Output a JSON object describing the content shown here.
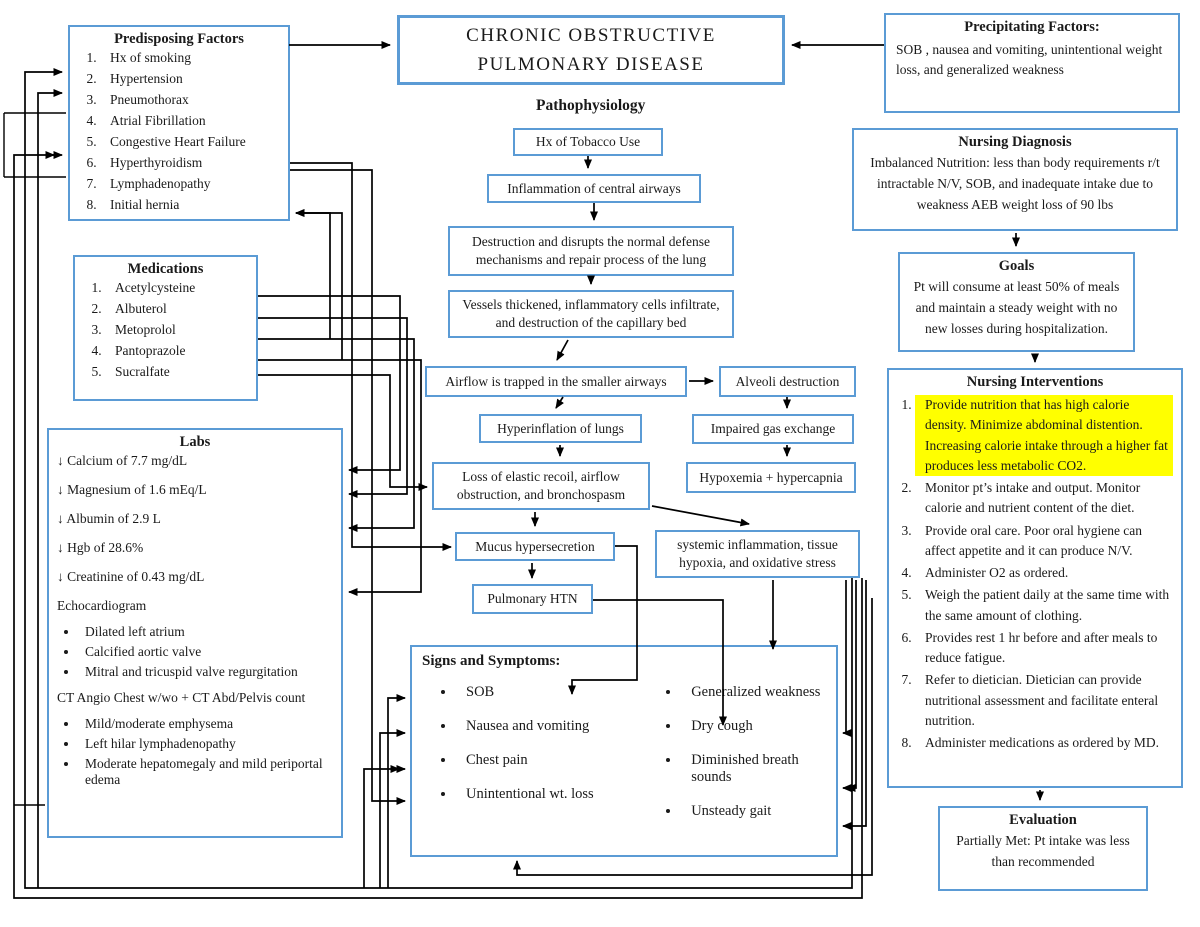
{
  "colors": {
    "box_border": "#5B9BD5",
    "highlight": "#FFFF00",
    "arrow": "#000000"
  },
  "title": "CHRONIC OBSTRUCTIVE PULMONARY DISEASE",
  "pathophysiology_label": "Pathophysiology",
  "predisposing": {
    "title": "Predisposing Factors",
    "items": [
      "Hx of smoking",
      "Hypertension",
      "Pneumothorax",
      "Atrial Fibrillation",
      "Congestive Heart Failure",
      "Hyperthyroidism",
      "Lymphadenopathy",
      "Initial hernia"
    ]
  },
  "precipitating": {
    "title": "Precipitating Factors:",
    "text": "SOB , nausea and vomiting, unintentional weight loss, and generalized weakness"
  },
  "medications": {
    "title": "Medications",
    "items": [
      "Acetylcysteine",
      "Albuterol",
      "Metoprolol",
      "Pantoprazole",
      "Sucralfate"
    ]
  },
  "labs": {
    "title": "Labs",
    "values": [
      "↓ Calcium of 7.7 mg/dL",
      "↓ Magnesium of 1.6 mEq/L",
      "↓ Albumin of 2.9 L",
      "↓ Hgb of 28.6%",
      "↓ Creatinine of 0.43 mg/dL"
    ],
    "echo_label": "Echocardiogram",
    "echo_items": [
      "Dilated left atrium",
      "Calcified aortic valve",
      "Mitral and tricuspid valve regurgitation"
    ],
    "ct_label": "CT Angio Chest w/wo + CT Abd/Pelvis count",
    "ct_items": [
      "Mild/moderate emphysema",
      "Left hilar lymphadenopathy",
      "Moderate hepatomegaly and mild periportal edema"
    ]
  },
  "flow": {
    "hx_tobacco": "Hx of Tobacco Use",
    "inflammation": "Inflammation of central airways",
    "destruction": "Destruction and disrupts the normal defense mechanisms and repair process of the lung",
    "vessels": "Vessels thickened, inflammatory cells infiltrate, and destruction of the capillary bed",
    "airflow": "Airflow is trapped in the smaller airways",
    "alveoli": "Alveoli destruction",
    "hyperinflation": "Hyperinflation of lungs",
    "impaired_gas": "Impaired gas exchange",
    "loss_recoil": "Loss of elastic recoil, airflow obstruction, and bronchospasm",
    "hypoxemia": "Hypoxemia + hypercapnia",
    "mucus": "Mucus hypersecretion",
    "systemic": "systemic inflammation, tissue hypoxia, and oxidative stress",
    "pulm_htn": "Pulmonary HTN"
  },
  "signs_symptoms": {
    "title": "Signs and Symptoms:",
    "left": [
      "SOB",
      "Nausea and vomiting",
      "Chest pain",
      "Unintentional wt. loss"
    ],
    "right": [
      "Generalized weakness",
      "Dry cough",
      "Diminished breath sounds",
      "Unsteady gait"
    ]
  },
  "nursing_diagnosis": {
    "title": "Nursing Diagnosis",
    "text": "Imbalanced Nutrition: less than body requirements r/t intractable N/V, SOB, and inadequate intake due to weakness AEB weight loss of 90 lbs"
  },
  "goals": {
    "title": "Goals",
    "text": "Pt will consume at least 50% of meals and maintain a steady weight with no new losses during hospitalization."
  },
  "interventions": {
    "title": "Nursing Interventions",
    "items": [
      {
        "text": "Provide nutrition that has high calorie density. Minimize abdominal distention. Increasing calorie intake through a higher fat produces less metabolic CO2.",
        "highlight": true
      },
      {
        "text": "Monitor pt’s intake and output. Monitor calorie and nutrient content of the diet."
      },
      {
        "text": "Provide oral care. Poor oral hygiene can affect appetite and it can produce N/V."
      },
      {
        "text": "Administer O2 as ordered."
      },
      {
        "text": "Weigh the patient daily at the same time with the same amount of clothing."
      },
      {
        "text": "Provides rest 1 hr before and after meals to reduce fatigue."
      },
      {
        "text": "Refer to dietician. Dietician can provide nutritional assessment and facilitate enteral nutrition."
      },
      {
        "text": "Administer medications as ordered by MD."
      }
    ]
  },
  "evaluation": {
    "title": "Evaluation",
    "text": "Partially Met: Pt intake was less than recommended"
  }
}
